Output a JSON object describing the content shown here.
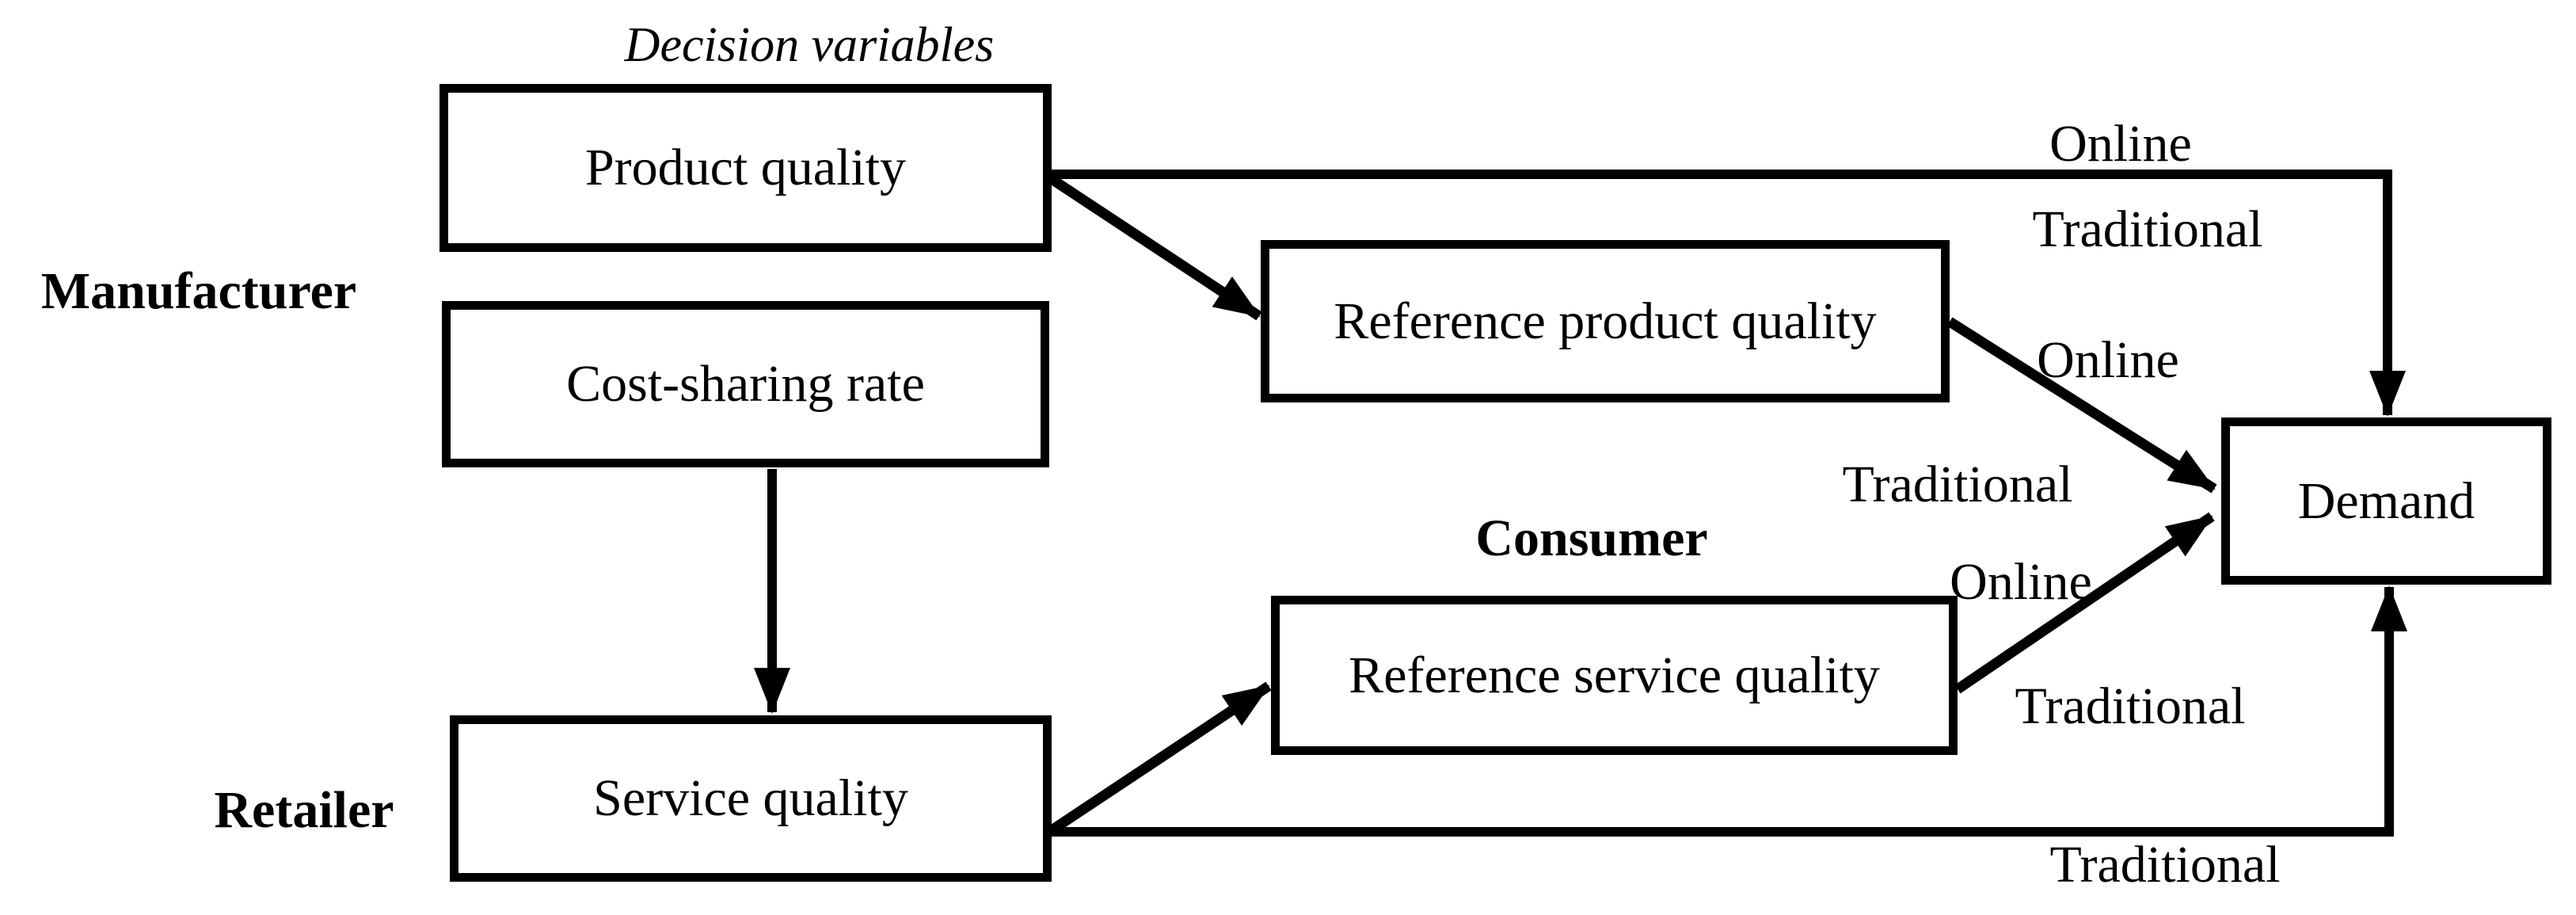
{
  "diagram": {
    "caption": "Decision variables",
    "actors": {
      "manufacturer": "Manufacturer",
      "retailer": "Retailer",
      "consumer": "Consumer"
    },
    "nodes": {
      "product_quality": "Product quality",
      "cost_sharing_rate": "Cost-sharing rate",
      "service_quality": "Service quality",
      "reference_product_quality": "Reference product quality",
      "reference_service_quality": "Reference service quality",
      "demand": "Demand"
    },
    "edge_labels": {
      "product_to_demand_online": "Online",
      "product_to_demand_traditional": "Traditional",
      "ref_product_to_demand_online": "Online",
      "ref_product_to_demand_traditional": "Traditional",
      "ref_service_to_demand_online": "Online",
      "ref_service_to_demand_traditional": "Traditional",
      "service_to_demand_traditional": "Traditional"
    },
    "colors": {
      "ink": "#000000",
      "background": "#ffffff"
    }
  }
}
